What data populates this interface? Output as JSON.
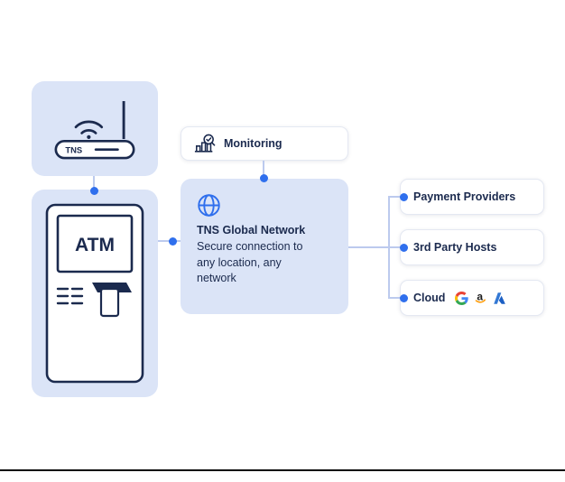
{
  "diagram": {
    "router": {
      "label": "TNS",
      "icon": "wifi-router-icon"
    },
    "atm": {
      "label": "ATM",
      "icon": "atm-machine-icon"
    },
    "monitoring": {
      "label": "Monitoring",
      "icon": "monitoring-chart-icon"
    },
    "network": {
      "icon": "globe-icon",
      "title": "TNS Global Network",
      "description": "Secure connection to any location, any network"
    },
    "endpoints": [
      {
        "label": "Payment Providers"
      },
      {
        "label": "3rd Party Hosts"
      },
      {
        "label": "Cloud",
        "amazon_letter": "a",
        "logos": [
          "google",
          "amazon",
          "azure"
        ]
      }
    ],
    "colors": {
      "panel_blue": "#dbe4f7",
      "connector_line": "#bccaee",
      "connector_dot": "#2f6fed",
      "navy": "#1b2a4e",
      "accent_blue": "#2f6fed"
    }
  }
}
